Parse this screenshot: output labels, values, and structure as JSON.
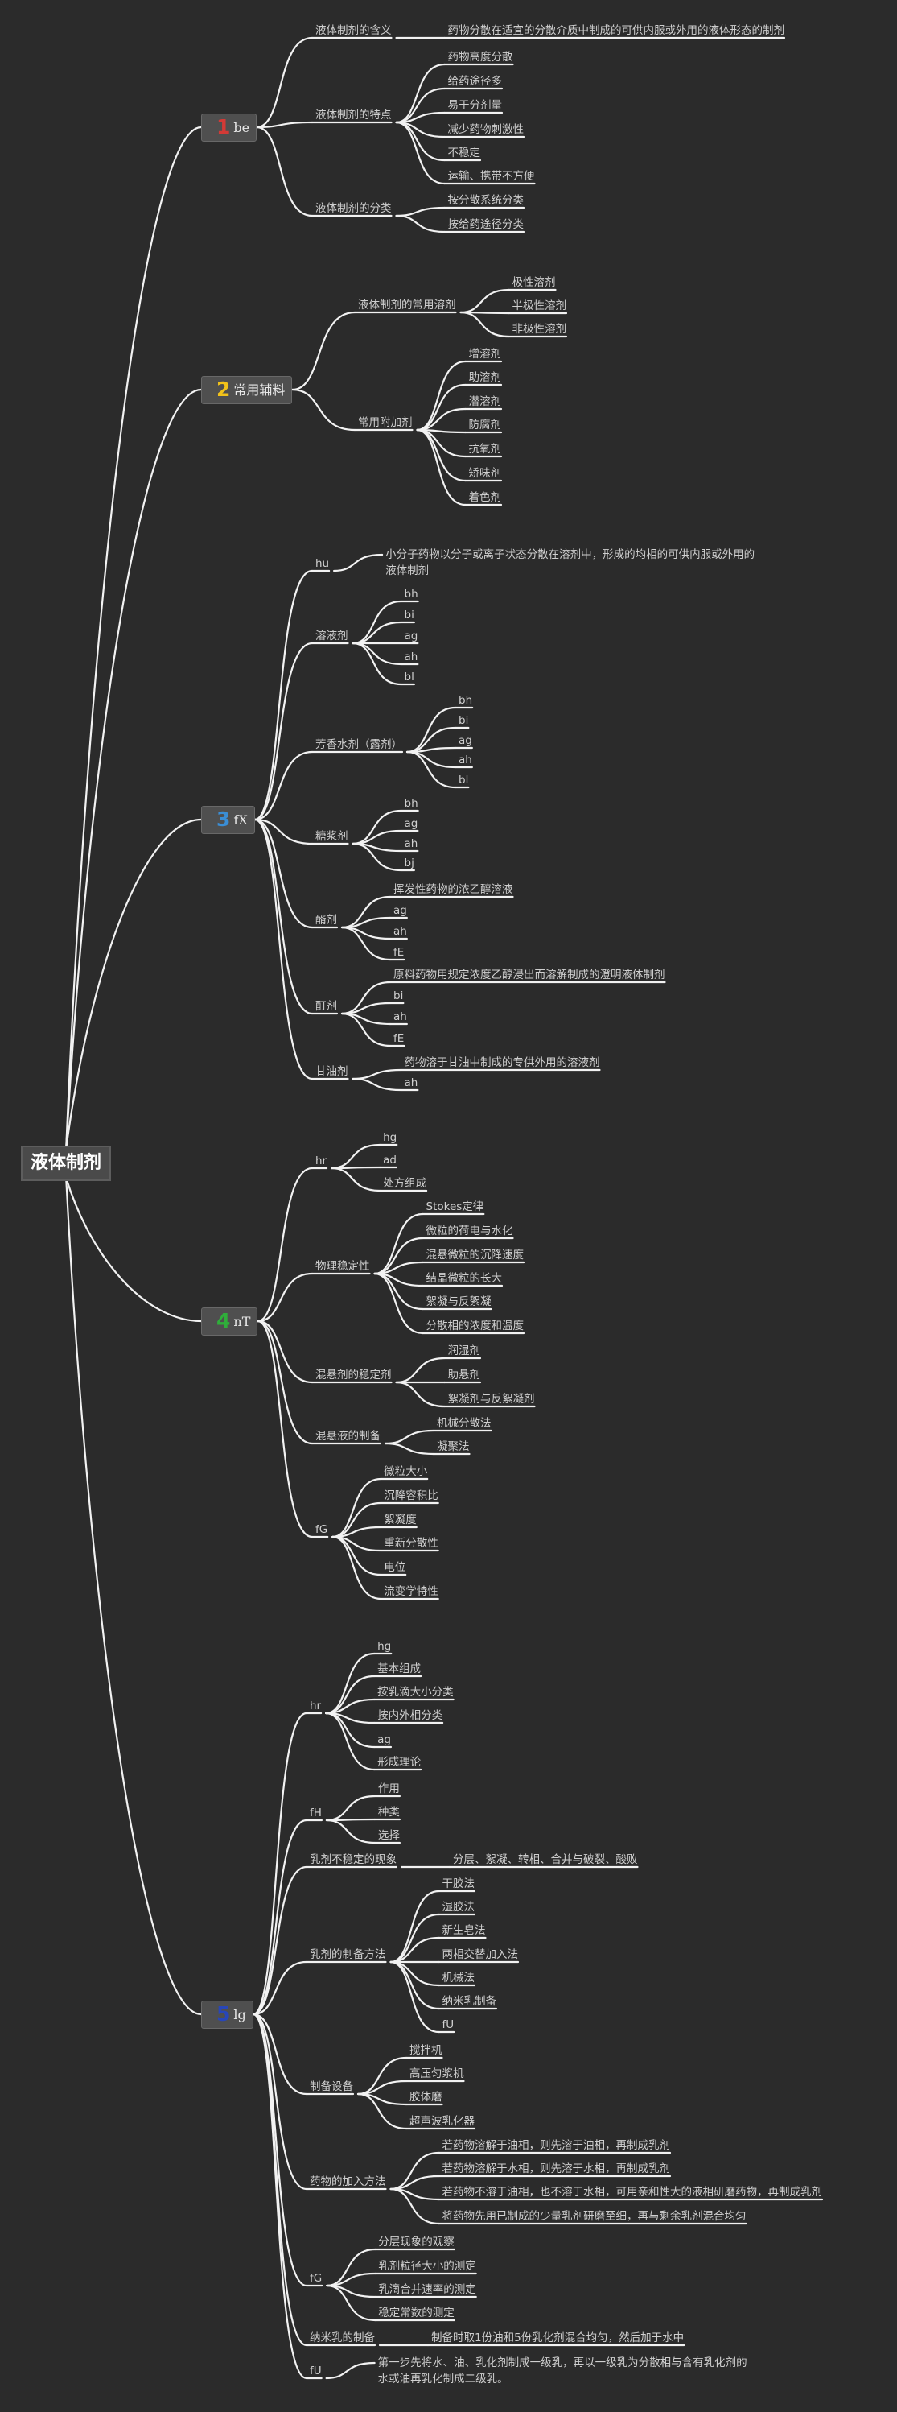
{
  "root": "液体制剂",
  "colors": {
    "background": "#2b2b2b",
    "line": "#f2f2f2",
    "num1": "#d33a36",
    "num2": "#f2c21a",
    "num3": "#3a8ed6",
    "num4": "#2fae3a",
    "num5": "#2846b8"
  },
  "branches": [
    {
      "num": "1",
      "label": "be",
      "children": [
        {
          "label": "液体制剂的含义",
          "children": [
            {
              "label": "药物分散在适宜的分散介质中制成的可供内服或外用的液体形态的制剂"
            }
          ]
        },
        {
          "label": "液体制剂的特点",
          "children": [
            {
              "label": "药物高度分散"
            },
            {
              "label": "给药途径多"
            },
            {
              "label": "易于分剂量"
            },
            {
              "label": "减少药物刺激性"
            },
            {
              "label": "不稳定"
            },
            {
              "label": "运输、携带不方便"
            }
          ]
        },
        {
          "label": "液体制剂的分类",
          "children": [
            {
              "label": "按分散系统分类"
            },
            {
              "label": "按给药途径分类"
            }
          ]
        }
      ]
    },
    {
      "num": "2",
      "label": "常用辅料",
      "children": [
        {
          "label": "液体制剂的常用溶剂",
          "children": [
            {
              "label": "极性溶剂"
            },
            {
              "label": "半极性溶剂"
            },
            {
              "label": "非极性溶剂"
            }
          ]
        },
        {
          "label": "常用附加剂",
          "children": [
            {
              "label": "增溶剂"
            },
            {
              "label": "助溶剂"
            },
            {
              "label": "潜溶剂"
            },
            {
              "label": "防腐剂"
            },
            {
              "label": "抗氧剂"
            },
            {
              "label": "矫味剂"
            },
            {
              "label": "着色剂"
            }
          ]
        }
      ]
    },
    {
      "num": "3",
      "label": "fX",
      "children": [
        {
          "label": "hu",
          "children": [
            {
              "label": "小分子药物以分子或离子状态分散在溶剂中，形成的均相的可供内服或外用的液体制剂"
            }
          ]
        },
        {
          "label": "溶液剂",
          "children": [
            {
              "label": "bh"
            },
            {
              "label": "bi"
            },
            {
              "label": "ag"
            },
            {
              "label": "ah"
            },
            {
              "label": "bl"
            }
          ]
        },
        {
          "label": "芳香水剂（露剂）",
          "children": [
            {
              "label": "bh"
            },
            {
              "label": "bi"
            },
            {
              "label": "ag"
            },
            {
              "label": "ah"
            },
            {
              "label": "bl"
            }
          ]
        },
        {
          "label": "糖浆剂",
          "children": [
            {
              "label": "bh"
            },
            {
              "label": "ag"
            },
            {
              "label": "ah"
            },
            {
              "label": "bj"
            }
          ]
        },
        {
          "label": "醑剂",
          "children": [
            {
              "label": "挥发性药物的浓乙醇溶液"
            },
            {
              "label": "ag"
            },
            {
              "label": "ah"
            },
            {
              "label": "fE"
            }
          ]
        },
        {
          "label": "酊剂",
          "children": [
            {
              "label": "原料药物用规定浓度乙醇浸出而溶解制成的澄明液体制剂"
            },
            {
              "label": "bi"
            },
            {
              "label": "ah"
            },
            {
              "label": "fE"
            }
          ]
        },
        {
          "label": "甘油剂",
          "children": [
            {
              "label": "药物溶于甘油中制成的专供外用的溶液剂"
            },
            {
              "label": "ah"
            }
          ]
        }
      ]
    },
    {
      "num": "4",
      "label": "nT",
      "children": [
        {
          "label": "hr",
          "children": [
            {
              "label": "hg"
            },
            {
              "label": "ad"
            },
            {
              "label": "处方组成"
            }
          ]
        },
        {
          "label": "物理稳定性",
          "children": [
            {
              "label": "Stokes定律"
            },
            {
              "label": "微粒的荷电与水化"
            },
            {
              "label": "混悬微粒的沉降速度"
            },
            {
              "label": "结晶微粒的长大"
            },
            {
              "label": "絮凝与反絮凝"
            },
            {
              "label": "分散相的浓度和温度"
            }
          ]
        },
        {
          "label": "混悬剂的稳定剂",
          "children": [
            {
              "label": "润湿剂"
            },
            {
              "label": "助悬剂"
            },
            {
              "label": "絮凝剂与反絮凝剂"
            }
          ]
        },
        {
          "label": "混悬液的制备",
          "children": [
            {
              "label": "机械分散法"
            },
            {
              "label": "凝聚法"
            }
          ]
        },
        {
          "label": "fG",
          "children": [
            {
              "label": "微粒大小"
            },
            {
              "label": "沉降容积比"
            },
            {
              "label": "絮凝度"
            },
            {
              "label": "重新分散性"
            },
            {
              "label": "电位"
            },
            {
              "label": "流变学特性"
            }
          ]
        }
      ]
    },
    {
      "num": "5",
      "label": "lg",
      "children": [
        {
          "label": "hr",
          "children": [
            {
              "label": "hg"
            },
            {
              "label": "基本组成"
            },
            {
              "label": "按乳滴大小分类"
            },
            {
              "label": "按内外相分类"
            },
            {
              "label": "ag"
            },
            {
              "label": "形成理论"
            }
          ]
        },
        {
          "label": "fH",
          "children": [
            {
              "label": "作用"
            },
            {
              "label": "种类"
            },
            {
              "label": "选择"
            }
          ]
        },
        {
          "label": "乳剂不稳定的现象",
          "children": [
            {
              "label": "分层、絮凝、转相、合并与破裂、酸败"
            }
          ]
        },
        {
          "label": "乳剂的制备方法",
          "children": [
            {
              "label": "干胶法"
            },
            {
              "label": "湿胶法"
            },
            {
              "label": "新生皂法"
            },
            {
              "label": "两相交替加入法"
            },
            {
              "label": "机械法"
            },
            {
              "label": "纳米乳制备"
            },
            {
              "label": "fU"
            }
          ]
        },
        {
          "label": "制备设备",
          "children": [
            {
              "label": "搅拌机"
            },
            {
              "label": "高压匀浆机"
            },
            {
              "label": "胶体磨"
            },
            {
              "label": "超声波乳化器"
            }
          ]
        },
        {
          "label": "药物的加入方法",
          "children": [
            {
              "label": "若药物溶解于油相，则先溶于油相，再制成乳剂"
            },
            {
              "label": "若药物溶解于水相，则先溶于水相，再制成乳剂"
            },
            {
              "label": "若药物不溶于油相，也不溶于水相，可用亲和性大的液相研磨药物，再制成乳剂"
            },
            {
              "label": "将药物先用已制成的少量乳剂研磨至细，再与剩余乳剂混合均匀"
            }
          ]
        },
        {
          "label": "fG",
          "children": [
            {
              "label": "分层现象的观察"
            },
            {
              "label": "乳剂粒径大小的测定"
            },
            {
              "label": "乳滴合并速率的测定"
            },
            {
              "label": "稳定常数的测定"
            }
          ]
        },
        {
          "label": "纳米乳的制备",
          "children": [
            {
              "label": "制备时取1份油和5份乳化剂混合均匀，然后加于水中"
            }
          ]
        },
        {
          "label": "fU",
          "children": [
            {
              "label": "第一步先将水、油、乳化剂制成一级乳，再以一级乳为分散相与含有乳化剂的水或油再乳化制成二级乳。"
            }
          ]
        }
      ]
    }
  ]
}
